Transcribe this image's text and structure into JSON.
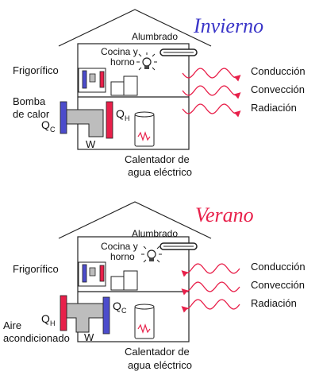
{
  "colors": {
    "heat": "#e8204a",
    "cold": "#4c4ccc",
    "title_winter": "#3a35c8",
    "title_summer": "#e8204a",
    "machine": "#bdbdbd",
    "outline": "#222222"
  },
  "winter": {
    "title": "Invierno",
    "lighting": "Alumbrado",
    "kitchen_line1": "Cocina y",
    "kitchen_line2": "horno",
    "fridge": "Frigorífico",
    "device_line1": "Bomba",
    "device_line2": "de calor",
    "q_left": "Q",
    "q_left_sub": "C",
    "q_right": "Q",
    "q_right_sub": "H",
    "work": "W",
    "heater_line1": "Calentador de",
    "heater_line2": "agua eléctrico",
    "transfer": [
      "Conducción",
      "Convección",
      "Radiación"
    ]
  },
  "summer": {
    "title": "Verano",
    "lighting": "Alumbrado",
    "kitchen_line1": "Cocina y",
    "kitchen_line2": "horno",
    "fridge": "Frigorífico",
    "device_line1": "Aire",
    "device_line2": "acondicionado",
    "q_left": "Q",
    "q_left_sub": "H",
    "q_right": "Q",
    "q_right_sub": "C",
    "work": "W",
    "heater_line1": "Calentador de",
    "heater_line2": "agua eléctrico",
    "transfer": [
      "Conducción",
      "Convección",
      "Radiación"
    ]
  }
}
